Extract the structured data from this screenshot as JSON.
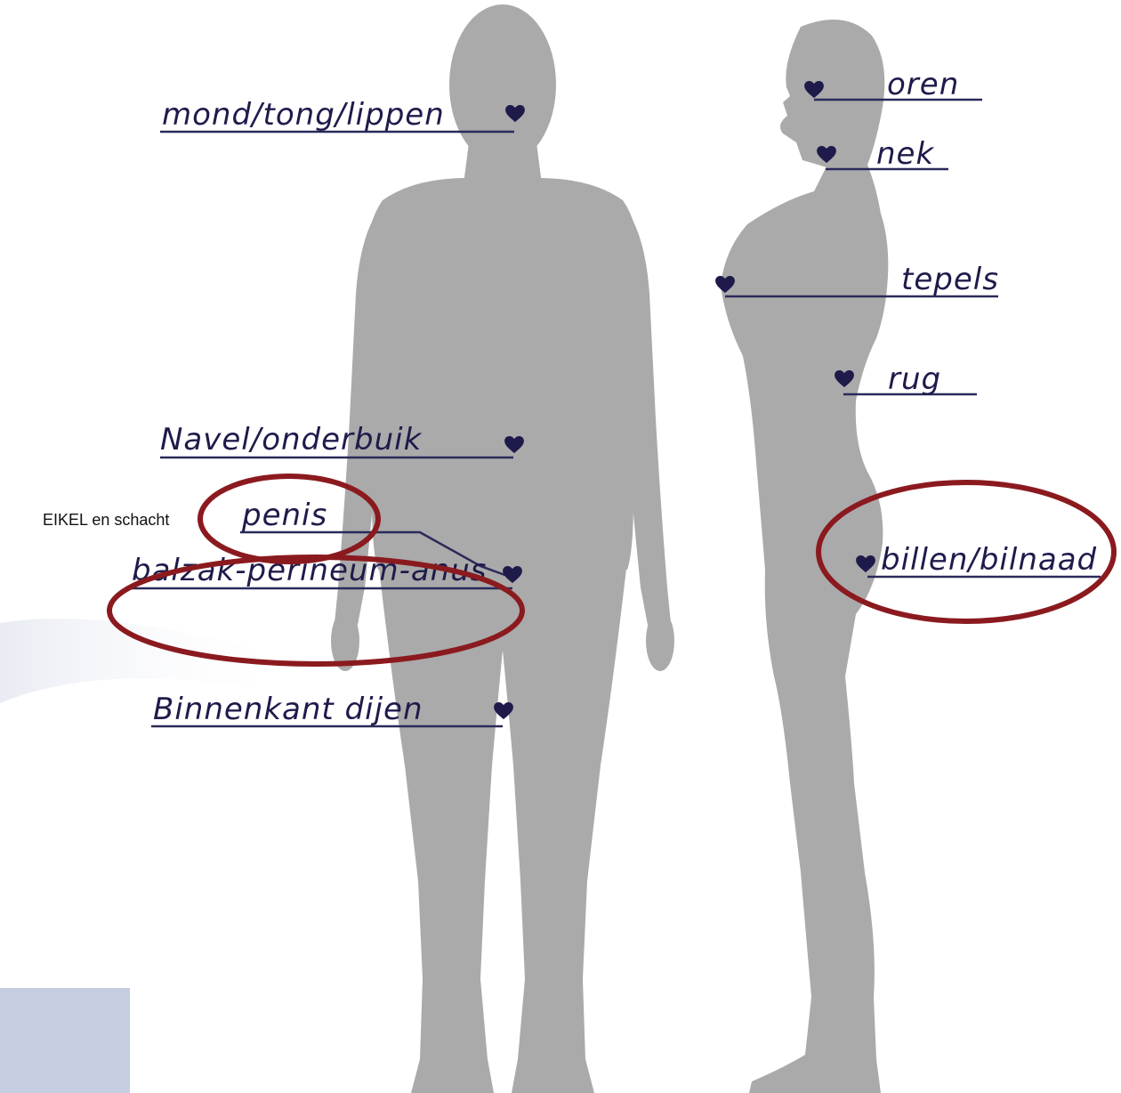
{
  "front_labels": {
    "mouth": "mond/tong/lippen",
    "navel": "Navel/onderbuik",
    "penis": "penis",
    "scrotum": "balzak-perineum-anus",
    "thighs": "Binnenkant dijen"
  },
  "side_labels": {
    "ears": "oren",
    "neck": "nek",
    "nipples": "tepels",
    "back": "rug",
    "buttocks": "billen/bilnaad"
  },
  "annotation": {
    "note": "EIKEL en schacht",
    "ring_color": "#8b1a1f"
  },
  "colors": {
    "silhouette": "#aaaaaa",
    "label_ink": "#1e1b4b"
  },
  "icons": [
    "heart-icon"
  ]
}
